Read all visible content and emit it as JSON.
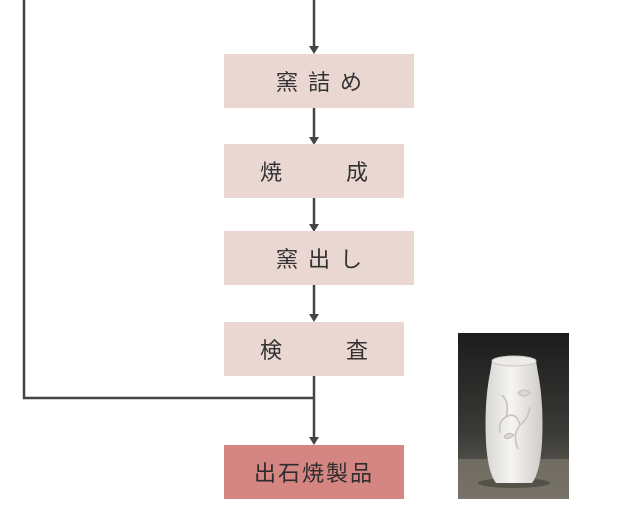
{
  "steps": [
    {
      "label": "窯詰め"
    },
    {
      "label_a": "焼",
      "label_b": "成"
    },
    {
      "label": "窯出し"
    },
    {
      "label_a": "検",
      "label_b": "査"
    },
    {
      "label": "出石焼製品"
    }
  ],
  "colors": {
    "step_fill": "#ead7d1",
    "final_fill": "#d58582",
    "line": "#444444",
    "text": "#333333"
  },
  "image": {
    "icon": "white-porcelain-vase-photo"
  }
}
